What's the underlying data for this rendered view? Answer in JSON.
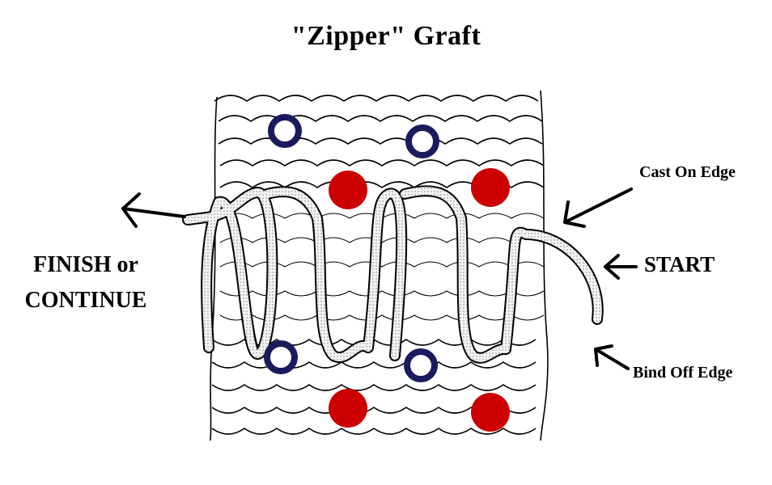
{
  "title": "\"Zipper\" Graft",
  "labels": {
    "cast_on": "Cast On Edge",
    "start": "START",
    "bind_off": "Bind Off Edge",
    "finish_line1": "FINISH or",
    "finish_line2": "CONTINUE"
  },
  "colors": {
    "open_marker": "#1a1a5e",
    "filled_marker": "#cc0000",
    "ink": "#000000",
    "yarn_fill": "#f2f2f2"
  }
}
